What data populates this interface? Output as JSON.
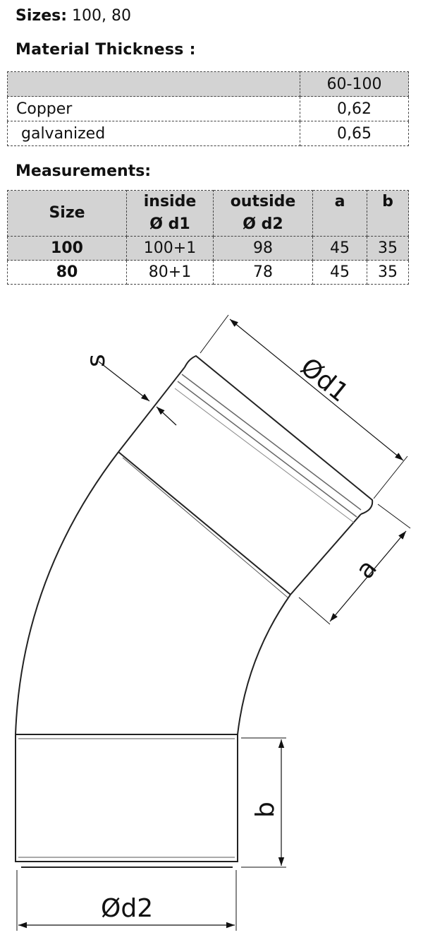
{
  "sizes": {
    "label": "Sizes:",
    "value": "100, 80"
  },
  "thickness": {
    "heading": "Material Thickness :",
    "header": {
      "blank": "",
      "range": "60-100"
    },
    "rows": [
      {
        "material": "Copper",
        "value": "0,62"
      },
      {
        "material": " galvanized",
        "value": "0,65"
      }
    ]
  },
  "measurements": {
    "heading": "Measurements:",
    "headers": {
      "size": "Size",
      "inside_1": "inside",
      "inside_2": "Ø d1",
      "outside_1": "outside",
      "outside_2": "Ø d2",
      "a": "a",
      "b": "b"
    },
    "rows": [
      {
        "size": "100",
        "inside": "100+1",
        "outside": "98",
        "a": "45",
        "b": "35"
      },
      {
        "size": "80",
        "inside": "80+1",
        "outside": "78",
        "a": "45",
        "b": "35"
      }
    ]
  },
  "drawing": {
    "label_s": "s",
    "label_d1": "Ød1",
    "label_a": "a",
    "label_b": "b",
    "label_d2": "Ød2"
  }
}
